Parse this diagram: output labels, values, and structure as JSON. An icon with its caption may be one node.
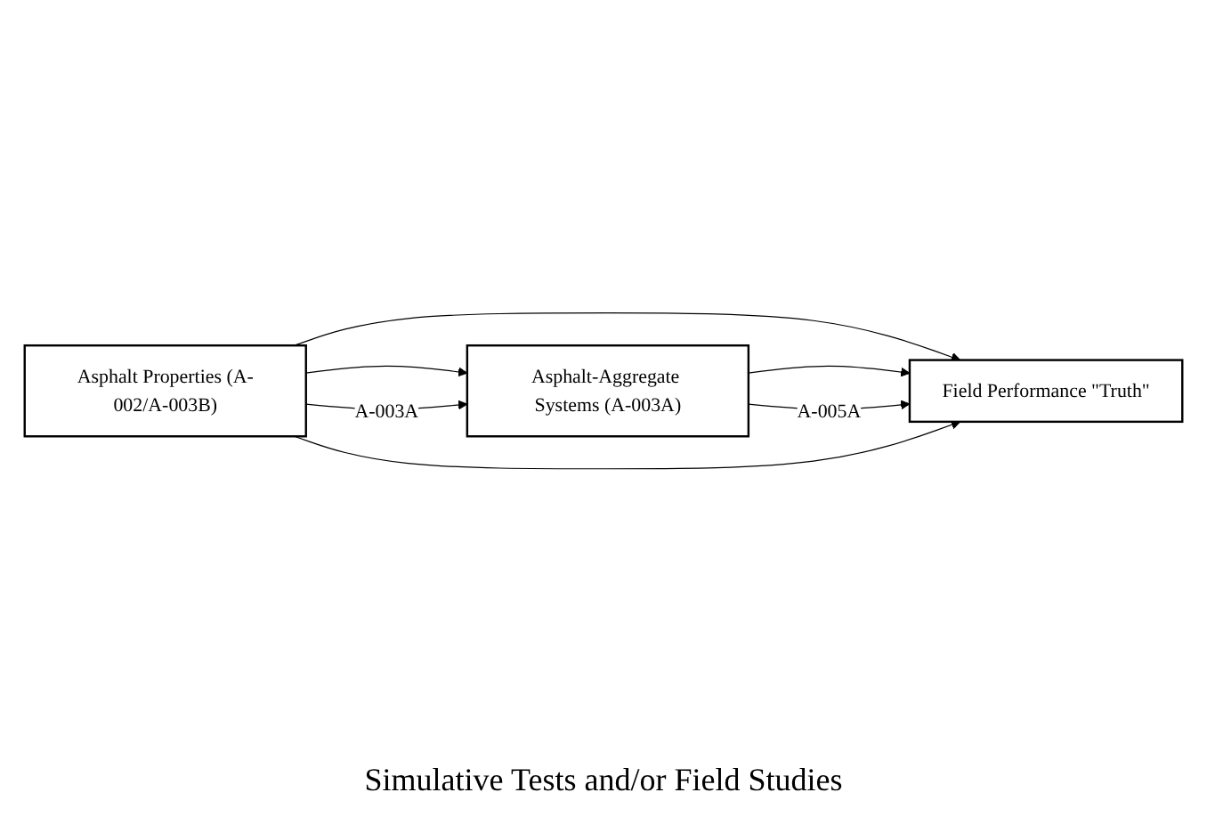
{
  "diagram": {
    "caption": "Simulative Tests and/or Field Studies",
    "nodes": [
      {
        "text": [
          "Asphalt Properties (A-002/A-003B)"
        ]
      },
      {
        "text": [
          "Asphalt-Aggregate Systems (A-003A)"
        ]
      },
      {
        "text": [
          "Field Performance \"Truth\""
        ]
      }
    ],
    "edges": [
      {
        "from": 0,
        "to": 2,
        "arrow": "to"
      },
      {
        "from": 0,
        "to": 1,
        "arrow": "to"
      },
      {
        "from": 1,
        "to": 2,
        "arrow": "to"
      },
      {
        "from": 0,
        "to": 1,
        "arrow": "to",
        "label": "A-003A"
      },
      {
        "from": 1,
        "to": 2,
        "arrow": "to",
        "label": "A-005A"
      },
      {
        "from": 0,
        "to": 2,
        "arrow": "to"
      }
    ]
  }
}
